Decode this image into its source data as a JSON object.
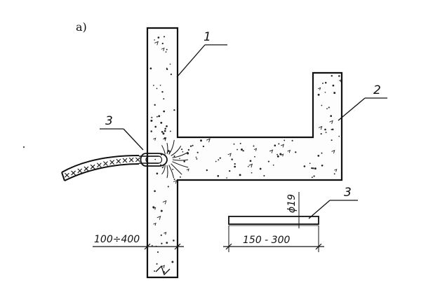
{
  "figure": {
    "sublabel": "a)",
    "labels": {
      "part1": "1",
      "part2": "2",
      "part3_left": "3",
      "part3_right": "3"
    },
    "dimensions": {
      "wall_thickness": "100÷400",
      "rod_length": "150 - 300",
      "rod_diameter": "ϕ19"
    }
  }
}
